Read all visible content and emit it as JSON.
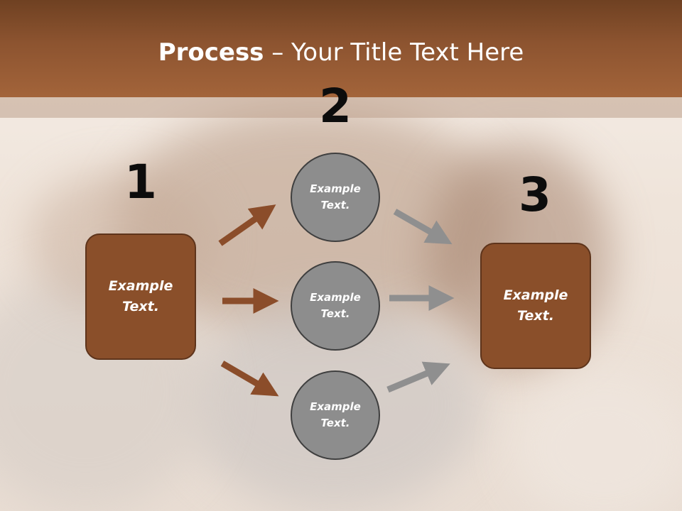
{
  "title": {
    "bold": "Process",
    "rest": " – Your Title Text Here"
  },
  "steps": {
    "one": "1",
    "two": "2",
    "three": "3"
  },
  "left_box": {
    "line1": "Example",
    "line2": "Text."
  },
  "right_box": {
    "line1": "Example",
    "line2": "Text."
  },
  "circles": [
    {
      "line1": "Example",
      "line2": "Text."
    },
    {
      "line1": "Example",
      "line2": "Text."
    },
    {
      "line1": "Example",
      "line2": "Text."
    }
  ],
  "colors": {
    "header": "#8d5430",
    "box_fill": "#8a4f2a",
    "circle_fill": "#8d8d8d",
    "brown_arrow": "#8b4d2a",
    "gray_arrow": "#8f8f8f"
  }
}
